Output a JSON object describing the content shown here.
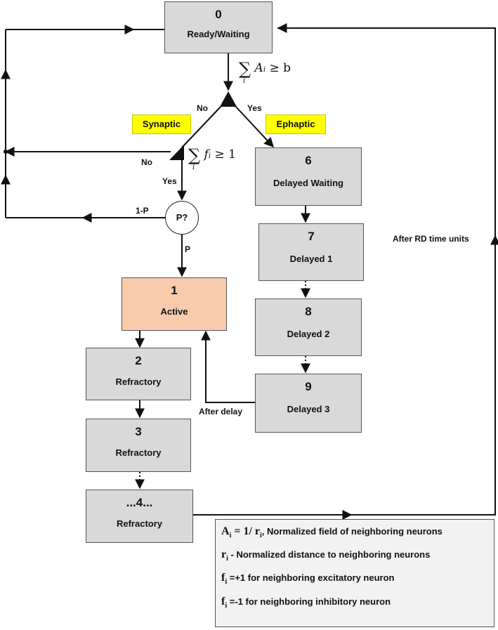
{
  "states": {
    "s0": {
      "num": "0",
      "label": "Ready/Waiting"
    },
    "s1": {
      "num": "1",
      "label": "Active"
    },
    "s2": {
      "num": "2",
      "label": "Refractory"
    },
    "s3": {
      "num": "3",
      "label": "Refractory"
    },
    "s4": {
      "num": "...4...",
      "label": "Refractory"
    },
    "s6": {
      "num": "6",
      "label": "Delayed Waiting"
    },
    "s7": {
      "num": "7",
      "label": "Delayed 1"
    },
    "s8": {
      "num": "8",
      "label": "Delayed 2"
    },
    "s9": {
      "num": "9",
      "label": "Delayed 3"
    }
  },
  "tags": {
    "synaptic": "Synaptic",
    "ephaptic": "Ephaptic"
  },
  "edge_labels": {
    "no_top": "No",
    "yes_top": "Yes",
    "no_mid": "No",
    "yes_mid": "Yes",
    "one_minus_p": "1-P",
    "p": "P",
    "after_delay": "After delay",
    "after_rd": "After RD time units"
  },
  "probability_node": "P?",
  "conditions": {
    "ephaptic": {
      "sum_index": "i",
      "var": "A",
      "sub": "i",
      "rel": "≥ b"
    },
    "synaptic": {
      "sum_index": "i",
      "var": "f",
      "sub": "i",
      "rel": "≥ 1"
    }
  },
  "legend": {
    "a": {
      "sym": "A",
      "sub": "i",
      "eq": " = 1/ r",
      "eq_sub": "i",
      "text": ", Normalized field of neighboring neurons"
    },
    "r": {
      "sym": "r",
      "sub": "i",
      "text": "  - Normalized distance to neighboring neurons"
    },
    "f_exc": {
      "sym": "f",
      "sub": "i",
      "text": " =+1 for neighboring excitatory neuron"
    },
    "f_inh": {
      "sym": "f",
      "sub": "i",
      "text": " =-1 for neighboring inhibitory neuron"
    }
  }
}
